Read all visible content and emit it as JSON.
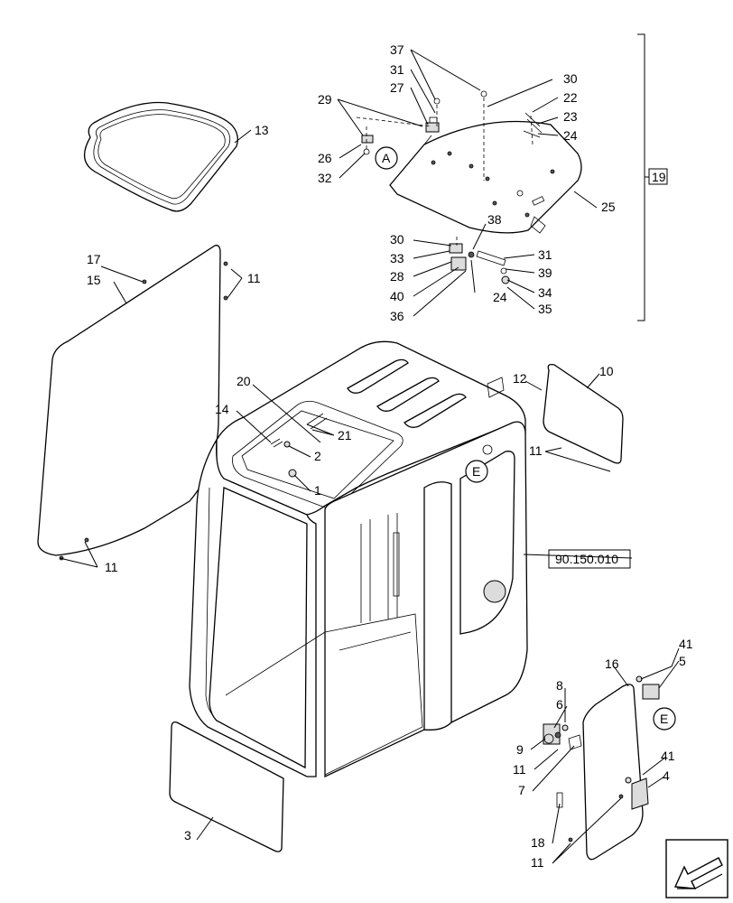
{
  "callouts": {
    "c37": "37",
    "c31a": "31",
    "c27": "27",
    "c29": "29",
    "c26": "26",
    "c32": "32",
    "c30a": "30",
    "c22": "22",
    "c23": "23",
    "c24a": "24",
    "c25": "25",
    "c19": "19",
    "c38": "38",
    "c30b": "30",
    "c33": "33",
    "c28": "28",
    "c40": "40",
    "c36": "36",
    "c24b": "24",
    "c31b": "31",
    "c39": "39",
    "c34": "34",
    "c35": "35",
    "c13": "13",
    "c17": "17",
    "c15": "15",
    "c11a": "11",
    "c11b": "11",
    "c20": "20",
    "c14": "14",
    "c21": "21",
    "c2": "2",
    "c1": "1",
    "c12": "12",
    "c10": "10",
    "c11c": "11",
    "c16": "16",
    "c41a": "41",
    "c5": "5",
    "c8": "8",
    "c6": "6",
    "c9": "9",
    "c11d": "11",
    "c7": "7",
    "c41b": "41",
    "c4": "4",
    "c18": "18",
    "c11e": "11",
    "c3": "3"
  },
  "refs": {
    "view_a": "A",
    "view_e1": "E",
    "view_e2": "E",
    "cross_ref": "90.150.010"
  },
  "icons": {
    "nav_arrow": "arrow-icon"
  }
}
